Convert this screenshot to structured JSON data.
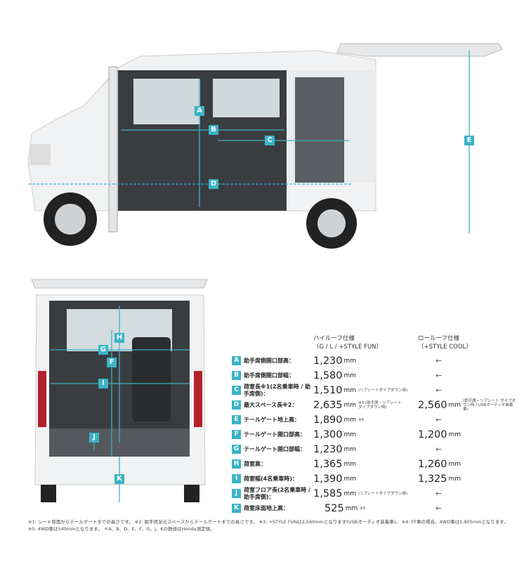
{
  "colors": {
    "accent": "#3bb3c8",
    "body": "#f2f3f4",
    "interior": "#3a3d40"
  },
  "side_view": {
    "labels": [
      "A",
      "B",
      "C",
      "D",
      "E"
    ]
  },
  "rear_view": {
    "labels": [
      "G",
      "H",
      "F",
      "I",
      "J",
      "K"
    ]
  },
  "table": {
    "col1_header": [
      "ハイルーフ仕様",
      "（G / L / +STYLE FUN）"
    ],
    "col2_header": [
      "ロールーフ仕様",
      "（+STYLE COOL）"
    ],
    "same_symbol": "←",
    "unit": "mm",
    "rows": [
      {
        "key": "A",
        "label": "助手席側開口部高：",
        "v1": "1,230",
        "n1": "",
        "v2": "",
        "n2": ""
      },
      {
        "key": "B",
        "label": "助手席側開口部幅：",
        "v1": "1,580",
        "n1": "",
        "v2": "",
        "n2": ""
      },
      {
        "key": "C",
        "label": "荷室長※1(2名乗車時 / 助手席側)：",
        "v1": "1,510",
        "n1": "(リアシートダイブダウン時)",
        "v2": "",
        "n2": ""
      },
      {
        "key": "D",
        "label": "最大スペース長※2：",
        "v1": "2,635",
        "n1": "※3 (助手席・リアシート ダイブダウン時)",
        "v2": "2,560",
        "n2": "(助手席・リアシート ダイブダウン時 / USBオーディオ装着車)"
      },
      {
        "key": "E",
        "label": "テールゲート地上高：",
        "v1": "1,890",
        "n1": "※4",
        "v2": "",
        "n2": ""
      },
      {
        "key": "F",
        "label": "テールゲート開口部高：",
        "v1": "1,300",
        "n1": "",
        "v2": "1,200",
        "n2": ""
      },
      {
        "key": "G",
        "label": "テールゲート開口部幅：",
        "v1": "1,230",
        "n1": "",
        "v2": "",
        "n2": ""
      },
      {
        "key": "H",
        "label": "荷室高：",
        "v1": "1,365",
        "n1": "",
        "v2": "1,260",
        "n2": ""
      },
      {
        "key": "I",
        "label": "荷室幅(4名乗車時)：",
        "v1": "1,390",
        "n1": "",
        "v2": "1,325",
        "n2": ""
      },
      {
        "key": "J",
        "label": "荷室フロア長(2名乗車時 / 助手席側)：",
        "v1": "1,585",
        "n1": "(リアシートダイブダウン時)",
        "v2": "",
        "n2": ""
      },
      {
        "key": "K",
        "label": "荷室床面地上高：",
        "v1": "525",
        "n1": "※5",
        "v2": "",
        "n2": ""
      }
    ]
  },
  "footnotes": [
    "※1: シート背面からテールゲートまでの長さです。 ※2: 助手席足元スペースからテールゲートまでの長さです。 ※3: +STYLE FUNは2,560mmとなります(USBオーディオ装着車)。 ※4: FF車の場合。4WD車は1,905mmとなります。",
    "※5: 4WD車は540mmとなります。 ＊A、B、D、E、F、G、J、Kの数値はHonda測定値。"
  ]
}
